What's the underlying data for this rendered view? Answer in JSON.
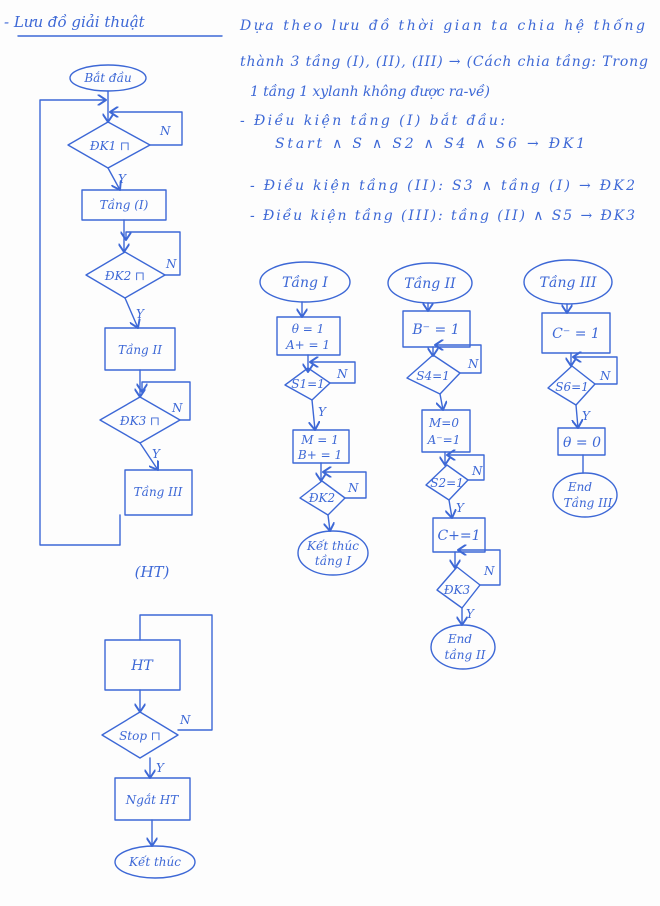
{
  "title": "- Lưu đồ giải thuật",
  "description": [
    "Dựa theo lưu đồ thời gian ta chia hệ thống",
    "thành 3 tầng (I), (II), (III) → (Cách chia tầng: Trong",
    "1 tầng 1 xylanh không được ra-về)",
    "- Điều kiện tầng (I) bắt đầu:",
    "Start ∧ S ∧ S2 ∧ S4 ∧ S6 → ĐK1",
    "- Điều kiện tầng (II): S3 ∧ tầng (I) → ĐK2",
    "- Điều kiện tầng (III): tầng (II) ∧ S5 → ĐK3"
  ],
  "main_flow": {
    "start": "Bắt đầu",
    "dk1": "ĐK1 ⊓",
    "stage1": "Tầng (I)",
    "dk2": "ĐK2 ⊓",
    "stage2": "Tầng II",
    "dk3": "ĐK3 ⊓",
    "stage3": "Tầng III",
    "ht_label": "(HT)",
    "yes": "Y",
    "no": "N"
  },
  "ht_flow": {
    "ht": "HT",
    "stop": "Stop ⊓",
    "cut": "Ngắt HT",
    "end": "Kết thúc"
  },
  "stage1_flow": {
    "start": "Tầng I",
    "action1": [
      "θ = 1",
      "A+ = 1"
    ],
    "cond1": "S1=1",
    "action2": [
      "M = 1",
      "B+ = 1"
    ],
    "cond2": "ĐK2",
    "end": [
      "Kết thúc",
      "tầng I"
    ]
  },
  "stage2_flow": {
    "start": "Tầng II",
    "action1": "B⁻ = 1",
    "cond1": "S4=1",
    "action2": [
      "M=0",
      "A⁻=1"
    ],
    "cond2": "S2=1",
    "action3": "C+=1",
    "cond3": "ĐK3",
    "end": [
      "End",
      "tầng II"
    ]
  },
  "stage3_flow": {
    "start": "Tầng III",
    "action1": "C⁻ = 1",
    "cond1": "S6=1",
    "action2": "θ = 0",
    "end": [
      "End",
      "Tầng III"
    ]
  },
  "ink_color": "#3d68d6"
}
